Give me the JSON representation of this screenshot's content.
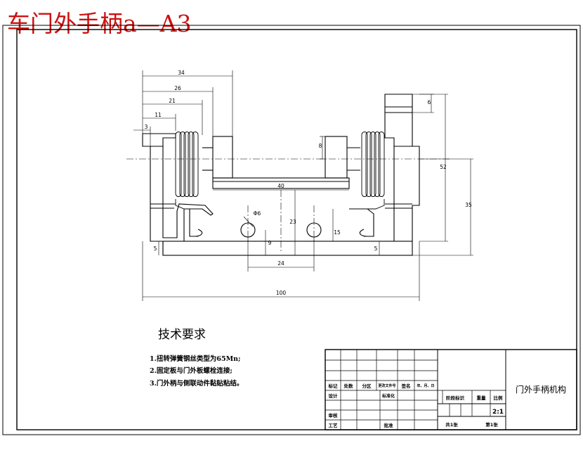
{
  "sheet_title": "车门外手柄a—A3",
  "technical_requirements": {
    "heading": "技术要求",
    "items": [
      "1.扭转弹簧钢丝类型为65Mn;",
      "2.固定板与门外板螺栓连接;",
      "3.门外柄与侧联动件黏贴粘结。"
    ]
  },
  "dimensions": {
    "d34": "34",
    "d26": "26",
    "d21": "21",
    "d11": "11",
    "d3": "3",
    "d8": "8",
    "d6": "6",
    "d52": "52",
    "d35": "35",
    "d40": "40",
    "d23": "23",
    "d15": "15",
    "d9": "9",
    "d5_left": "5",
    "d5_right": "5",
    "d24": "24",
    "d100": "100",
    "d_hole": "Φ6"
  },
  "title_block": {
    "drawing_name": "门外手柄机构",
    "scale": "2:1",
    "labels": {
      "mark": "标记",
      "count": "处数",
      "zone": "分区",
      "change_doc": "更改文件号",
      "signature": "签名",
      "date": "年、月、日",
      "design": "设计",
      "standardize": "标准化",
      "review": "审核",
      "process": "工艺",
      "approve": "批准",
      "stage_mark": "阶段标识",
      "weight": "重量",
      "ratio": "比例",
      "total_sheets": "共1张",
      "sheet_no": "第1张"
    }
  }
}
